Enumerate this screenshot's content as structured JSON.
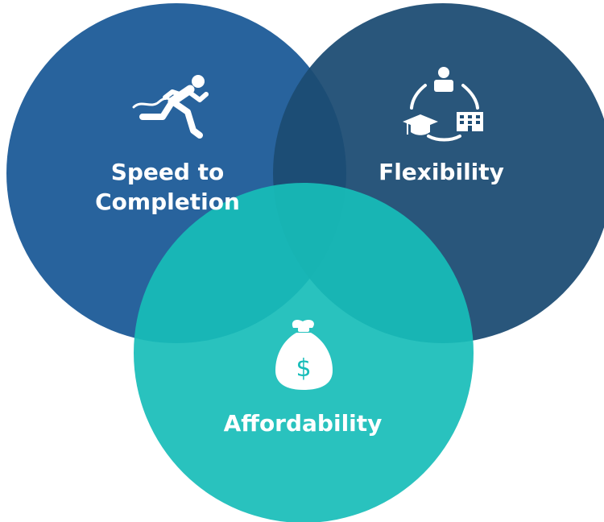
{
  "diagram": {
    "circles": [
      {
        "id": "speed",
        "label_lines": [
          "Speed to",
          "Completion"
        ],
        "icon": "runner-finish-line-icon",
        "color": "#1f5d99"
      },
      {
        "id": "flexibility",
        "label_lines": [
          "Flexibility"
        ],
        "icon": "person-graduation-building-cycle-icon",
        "color": "#1c4b73"
      },
      {
        "id": "affordability",
        "label_lines": [
          "Affordability"
        ],
        "icon": "money-bag-icon",
        "color": "#17bdb9"
      }
    ]
  }
}
